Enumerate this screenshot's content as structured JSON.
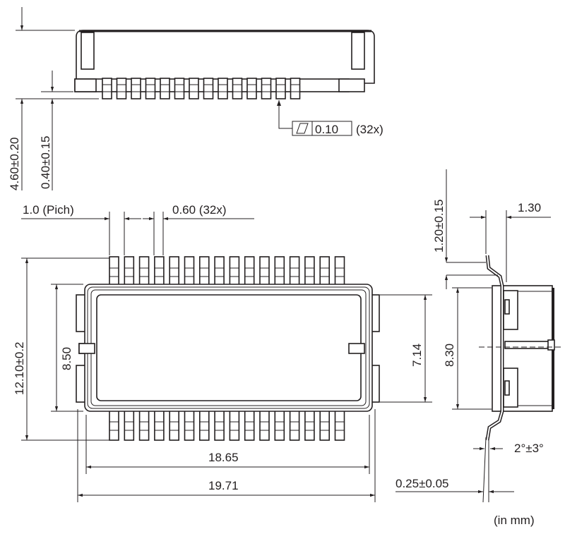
{
  "title": "Connector dimension drawing",
  "unit_note": "(in mm)",
  "pin_count": 32,
  "side_view": {
    "height": "4.60±0.20",
    "standoff": "0.40±0.15",
    "coplanarity_value": "0.10",
    "coplanarity_count": "(32x)"
  },
  "top_view": {
    "pitch": "1.0 (Pich)",
    "pin_width": "0.60 (32x)",
    "overall_width": "12.10±0.2",
    "body_width": "8.50",
    "inner_width": "7.14",
    "body_length": "18.65",
    "overall_length": "19.71"
  },
  "end_view": {
    "lead_height": "1.20±0.15",
    "lead_length": "1.30",
    "body_height": "8.30",
    "lead_angle": "2°±3°",
    "lead_thickness": "0.25±0.05"
  },
  "colors": {
    "line": "#231f20",
    "background": "#ffffff"
  }
}
